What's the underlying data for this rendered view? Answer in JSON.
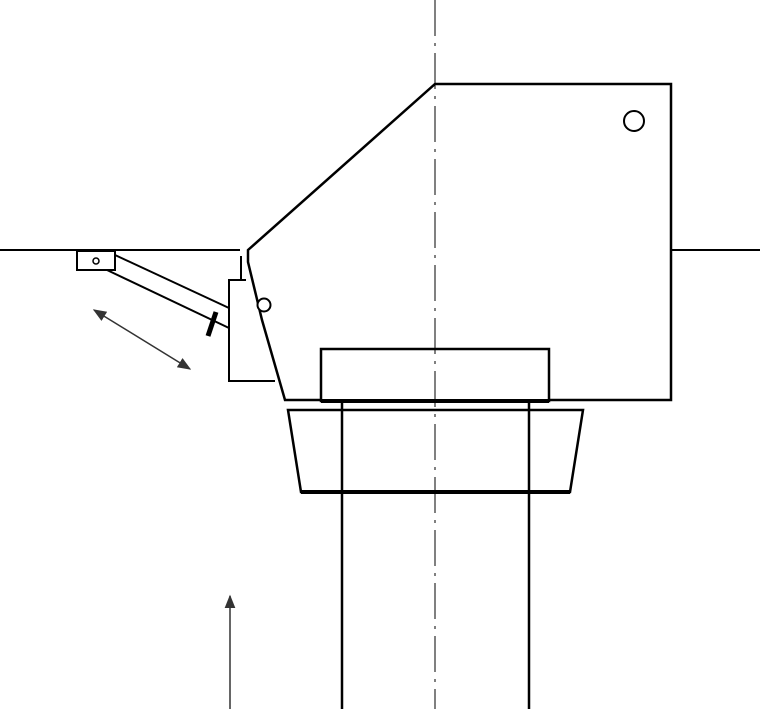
{
  "diagram": {
    "background": "#ffffff",
    "stroke_color": "#000000",
    "arrow_color": "#333333",
    "parts": [
      "horizontal-reference-line",
      "vertical-centerline",
      "head-housing",
      "pivot-hole",
      "mount-bracket",
      "actuator-rod",
      "support-block",
      "clamp-plate",
      "tapered-collar",
      "column-shaft"
    ],
    "annotations": [
      "double-headed-motion-arrow",
      "upward-direction-arrow"
    ]
  }
}
